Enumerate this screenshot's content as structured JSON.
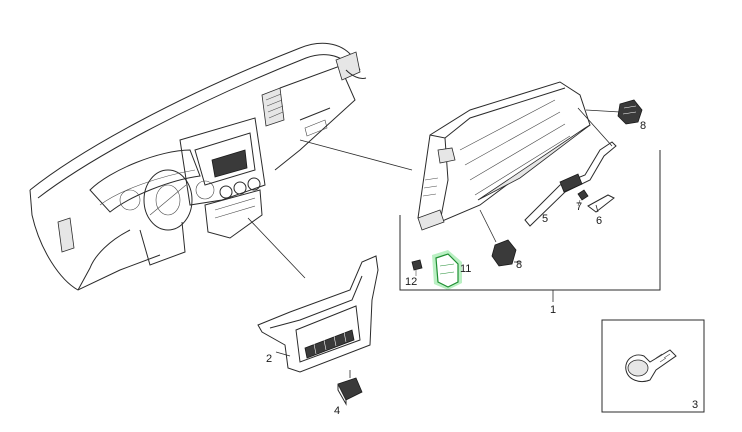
{
  "diagram": {
    "callouts": {
      "c1": "1",
      "c2": "2",
      "c3": "3",
      "c4": "4",
      "c5": "5",
      "c6": "6",
      "c7": "7",
      "c8a": "8",
      "c8b": "8",
      "c11": "11",
      "c12": "12"
    },
    "highlight_color": "#39d353"
  }
}
